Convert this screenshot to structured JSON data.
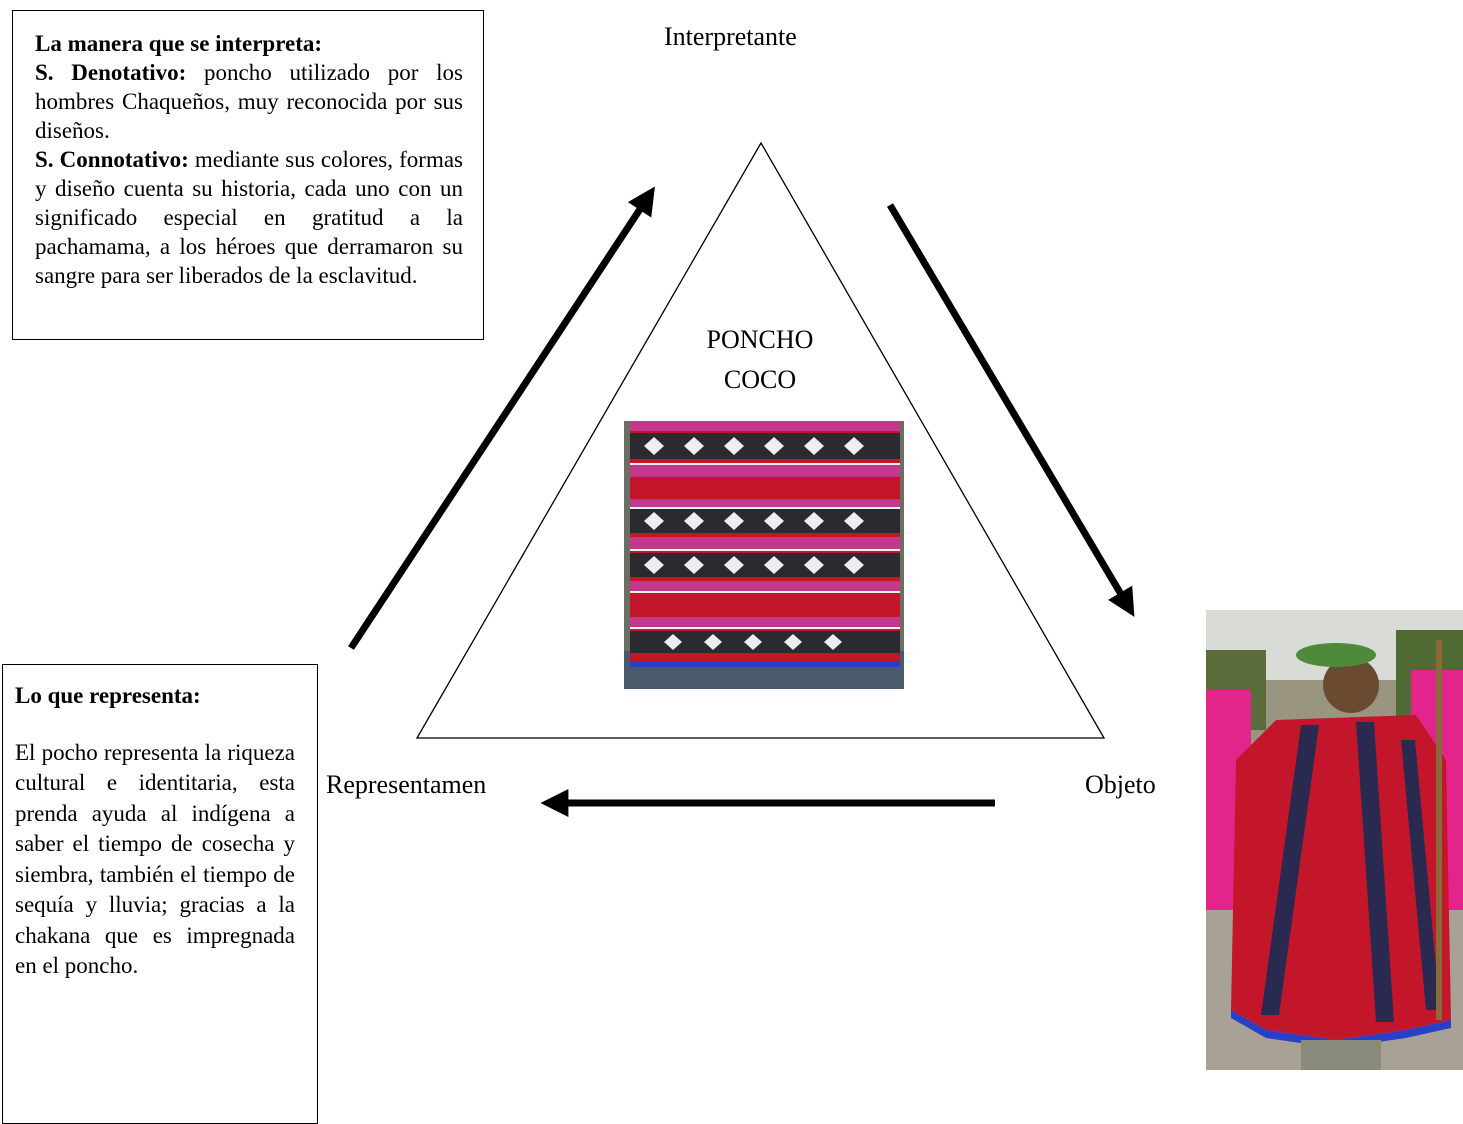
{
  "interpretante_box": {
    "heading": "La manera que se interpreta:",
    "denotativo_label": "S. Denotativo:",
    "denotativo_text": "poncho utilizado por los hombres Chaqueños, muy reconocida por sus diseños.",
    "connotativo_label": "S. Connotativo:",
    "connotativo_text": "mediante sus colores, formas y diseño cuenta su historia, cada uno con un significado especial en gratitud a la pachamama, a los héroes que derramaron su sangre para ser liberados de la esclavitud."
  },
  "representamen_box": {
    "heading": "Lo que representa:",
    "text": "El pocho representa la riqueza cultural e identitaria, esta prenda ayuda al indígena a saber el tiempo de cosecha y siembra, también el tiempo de sequía y lluvia; gracias a la chakana que es impregnada en el poncho."
  },
  "labels": {
    "interpretante": "Interpretante",
    "representamen": "Representamen",
    "objeto": "Objeto"
  },
  "center_title": {
    "line1": "PONCHO",
    "line2": "COCO"
  },
  "colors": {
    "poncho_red": "#c4162a",
    "poncho_magenta": "#c2388a",
    "poncho_dark": "#2a2a30",
    "poncho_blue": "#2840c8"
  }
}
